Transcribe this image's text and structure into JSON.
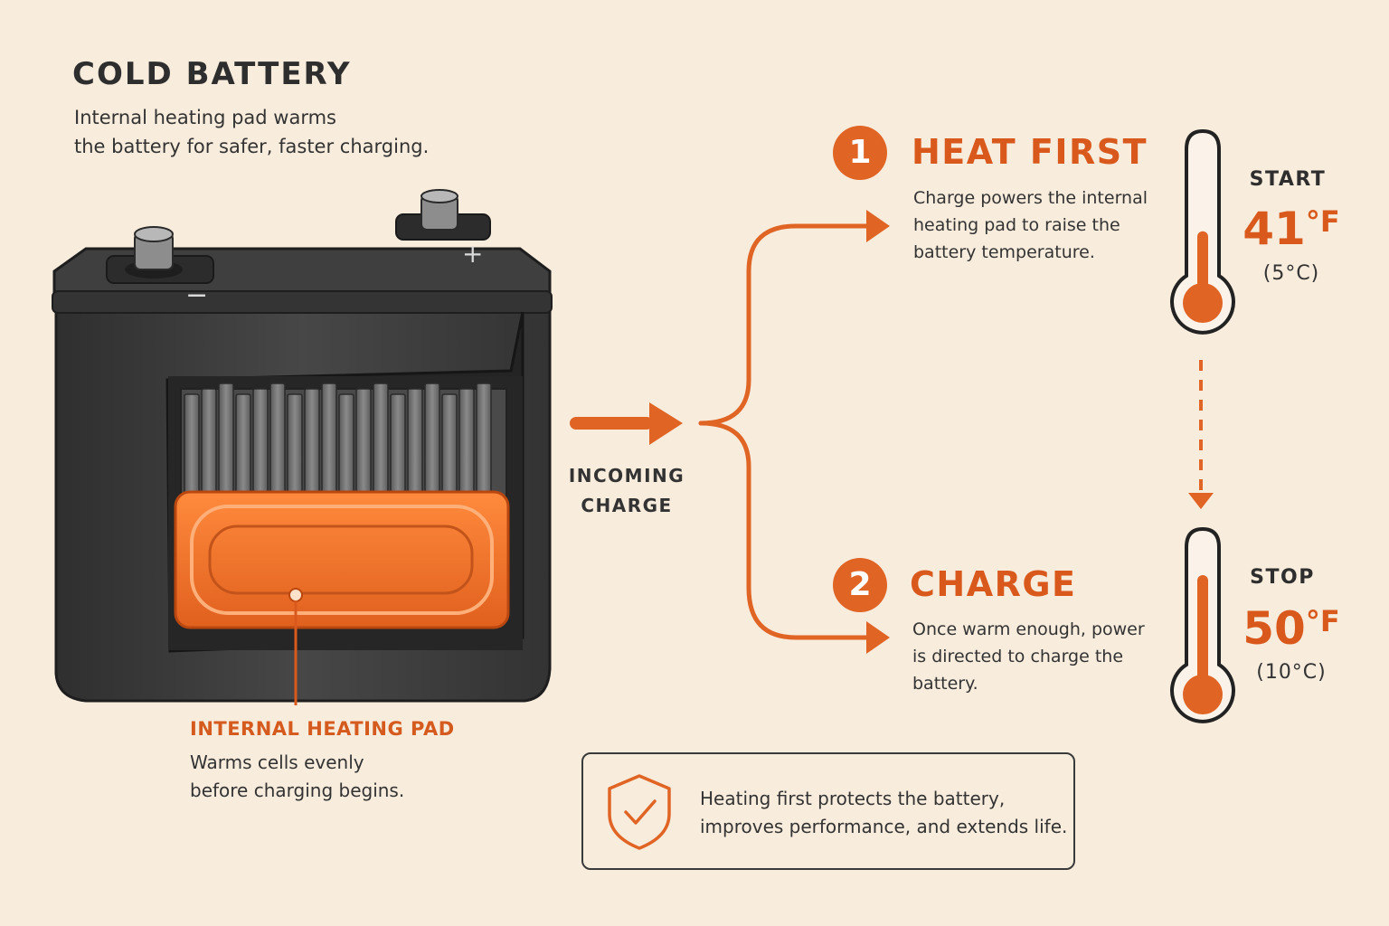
{
  "header": {
    "title": "COLD BATTERY",
    "subtitle_lines": [
      "Internal heating pad warms",
      "the battery for safer, faster charging."
    ]
  },
  "battery": {
    "terminal_negative": "−",
    "terminal_positive": "+"
  },
  "heating_pad": {
    "label": "INTERNAL HEATING PAD",
    "desc_lines": [
      "Warms cells evenly",
      "before charging begins."
    ]
  },
  "incoming": {
    "lines": [
      "INCOMING",
      "CHARGE"
    ]
  },
  "steps": [
    {
      "number": "1",
      "title": "HEAT FIRST",
      "desc_lines": [
        "Charge powers the internal",
        "heating pad to raise the",
        "battery temperature."
      ]
    },
    {
      "number": "2",
      "title": "CHARGE",
      "desc_lines": [
        "Once warm enough, power",
        "is directed to charge the",
        "battery."
      ]
    }
  ],
  "thermometers": {
    "start": {
      "label": "START",
      "value": "41",
      "unit": "°F",
      "celsius": "(5°C)",
      "level": 0.45
    },
    "stop": {
      "label": "STOP",
      "value": "50",
      "unit": "°F",
      "celsius": "(10°C)",
      "level": 0.8
    }
  },
  "note": {
    "text_lines": [
      "Heating first protects the battery,",
      "improves performance, and extends life."
    ]
  },
  "colors": {
    "accent": "#e06424",
    "background": "#f8ecdd",
    "battery": "#3b3b3b"
  }
}
